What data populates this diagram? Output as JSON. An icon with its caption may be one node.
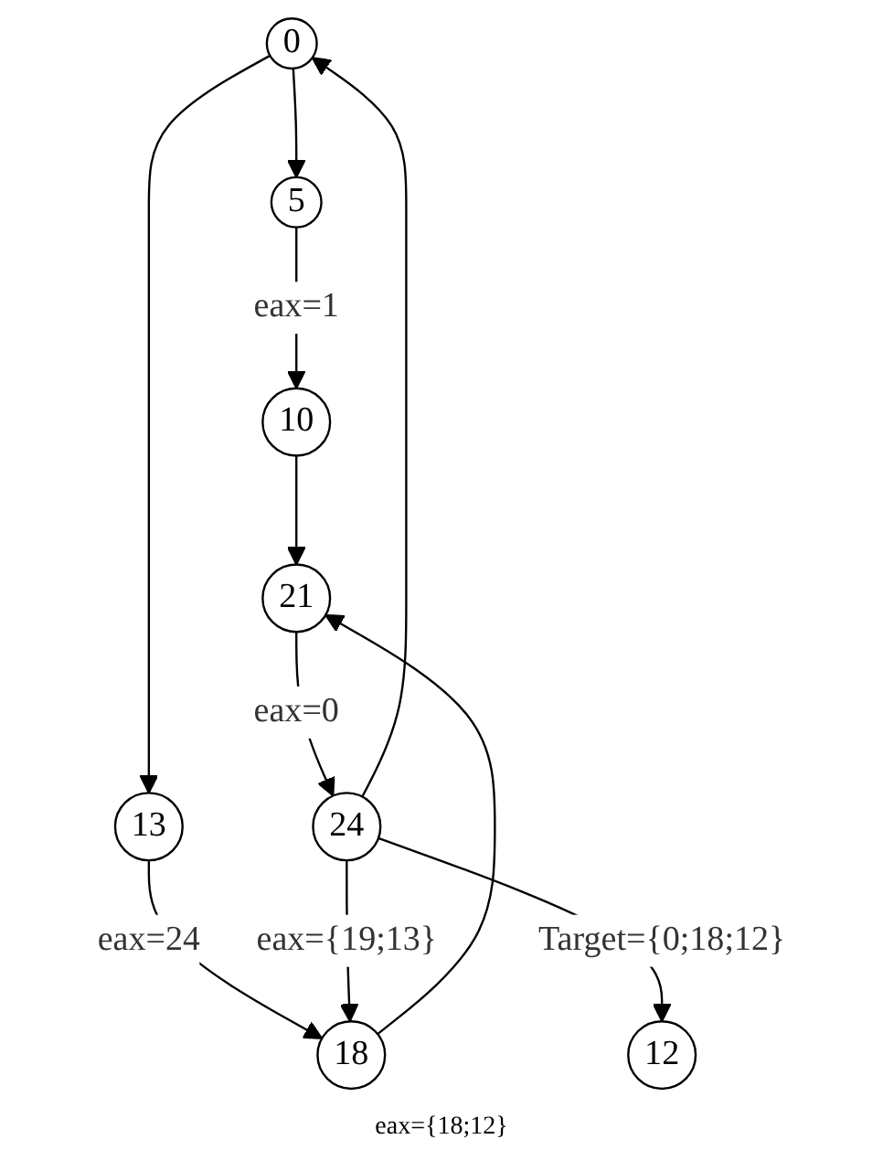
{
  "diagram": {
    "nodes": [
      {
        "text": [
          "0"
        ]
      },
      {
        "text": [
          "5"
        ]
      },
      {
        "text": [
          "13"
        ]
      },
      {
        "text": [
          "10"
        ]
      },
      {
        "text": [
          "18"
        ]
      },
      {
        "text": [
          "21"
        ]
      },
      {
        "text": [
          "24"
        ]
      },
      {
        "text": [
          "12"
        ]
      }
    ],
    "edges": [
      {
        "from": 0,
        "to": 1,
        "arrow": "to"
      },
      {
        "from": 0,
        "to": 2,
        "arrow": "to"
      },
      {
        "from": 1,
        "to": 3,
        "arrow": "to",
        "label": "eax=1"
      },
      {
        "from": 2,
        "to": 4,
        "arrow": "to",
        "label": "eax=24"
      },
      {
        "from": 3,
        "to": 5,
        "arrow": "to"
      },
      {
        "from": 4,
        "to": 5,
        "arrow": "to"
      },
      {
        "from": 5,
        "to": 6,
        "arrow": "to",
        "label": "eax=0"
      },
      {
        "from": 6,
        "to": 0,
        "arrow": "to"
      },
      {
        "from": 6,
        "to": 4,
        "arrow": "to",
        "label": "eax={19;13}"
      },
      {
        "from": 6,
        "to": 7,
        "arrow": "to",
        "label": "Target={0;18;12}"
      }
    ],
    "labels": [
      "eax={18;12}"
    ]
  }
}
